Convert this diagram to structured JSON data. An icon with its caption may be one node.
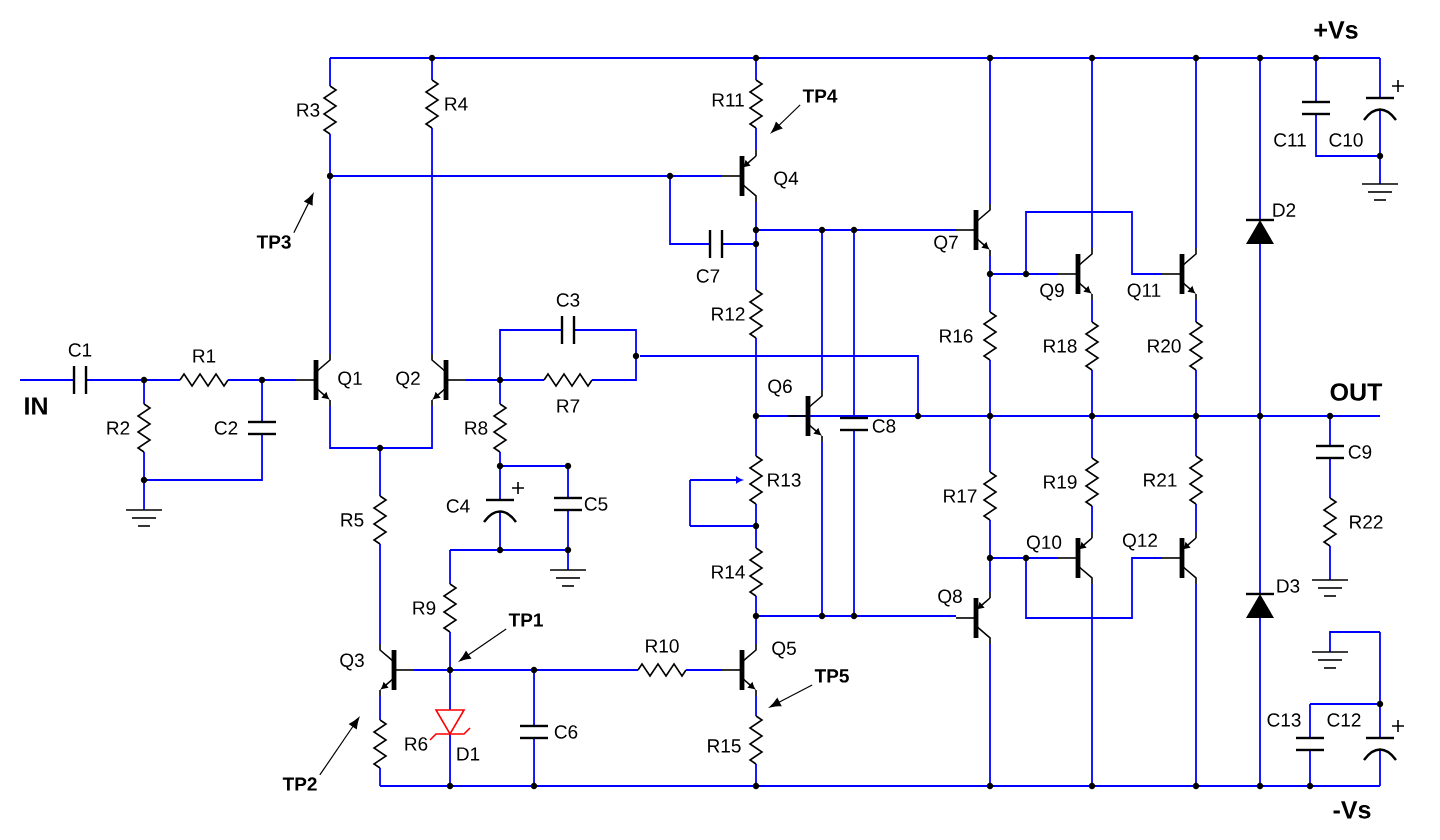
{
  "diagram": {
    "nodes": [
      {
        "text": [
          "TP4"
        ]
      },
      {
        "text": [
          "TP3"
        ]
      },
      {
        "text": [
          "TP1"
        ]
      },
      {
        "text": [
          "TP5"
        ]
      },
      {
        "text": [
          "TP2"
        ]
      }
    ],
    "edges": [
      {
        "from": 0,
        "to": null,
        "arrow": "to"
      },
      {
        "from": 1,
        "to": null,
        "arrow": "to"
      },
      {
        "from": 2,
        "to": null,
        "arrow": "to"
      },
      {
        "from": 3,
        "to": null,
        "arrow": "to"
      },
      {
        "from": 4,
        "to": null,
        "arrow": "to"
      }
    ],
    "labels": [
      "+Vs",
      "R3",
      "R4",
      "R11",
      "Q4",
      "C11",
      "C10",
      "D2",
      "Q7",
      "C7",
      "Q9",
      "Q11",
      "C3",
      "R12",
      "R16",
      "C1",
      "R1",
      "R18",
      "R20",
      "Q1",
      "Q2",
      "Q6",
      "OUT",
      "R7",
      "IN",
      "C8",
      "R8",
      "R2",
      "C2",
      "C9",
      "R13",
      "R19",
      "R21",
      "R17",
      "C5",
      "C4",
      "R5",
      "R22",
      "Q12",
      "Q10",
      "R14",
      "D3",
      "Q8",
      "R9",
      "R10",
      "Q5",
      "Q3",
      "C13",
      "C12",
      "C6",
      "R15",
      "R6",
      "D1",
      "-Vs"
    ]
  }
}
